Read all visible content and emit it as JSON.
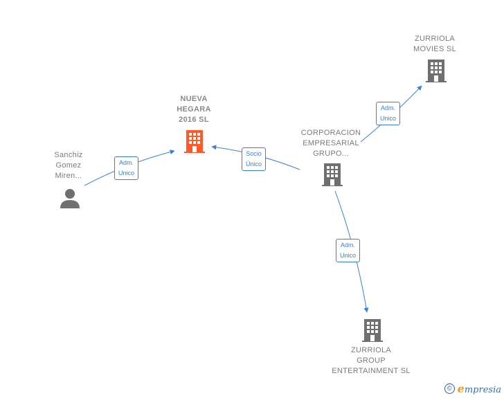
{
  "nodes": {
    "nueva_hegara": {
      "label": "NUEVA\nHEGARA\n2016  SL",
      "type": "company",
      "color": "#ff5a2c"
    },
    "sanchiz": {
      "label": "Sanchiz\nGomez\nMiren...",
      "type": "person",
      "color": "#6f6f6f"
    },
    "corporacion": {
      "label": "CORPORACION\nEMPRESARIAL\nGRUPO...",
      "type": "company",
      "color": "#6f6f6f"
    },
    "zurriola_movies": {
      "label": "ZURRIOLA\nMOVIES SL",
      "type": "company",
      "color": "#6f6f6f"
    },
    "zurriola_group": {
      "label": "ZURRIOLA\nGROUP\nENTERTAINMENT SL",
      "type": "company",
      "color": "#6f6f6f"
    }
  },
  "edges": {
    "sanchiz_to_nueva": {
      "label": "Adm.\nUnico"
    },
    "corporacion_to_nueva": {
      "label": "Socio\nÚnico"
    },
    "corporacion_to_movies": {
      "label": "Adm.\nUnico"
    },
    "corporacion_to_group": {
      "label": "Adm.\nUnico"
    }
  },
  "edge_color": "#3b7fd0",
  "footer": {
    "copyright": "©",
    "brand_initial": "e",
    "brand_rest": "mpresia"
  }
}
